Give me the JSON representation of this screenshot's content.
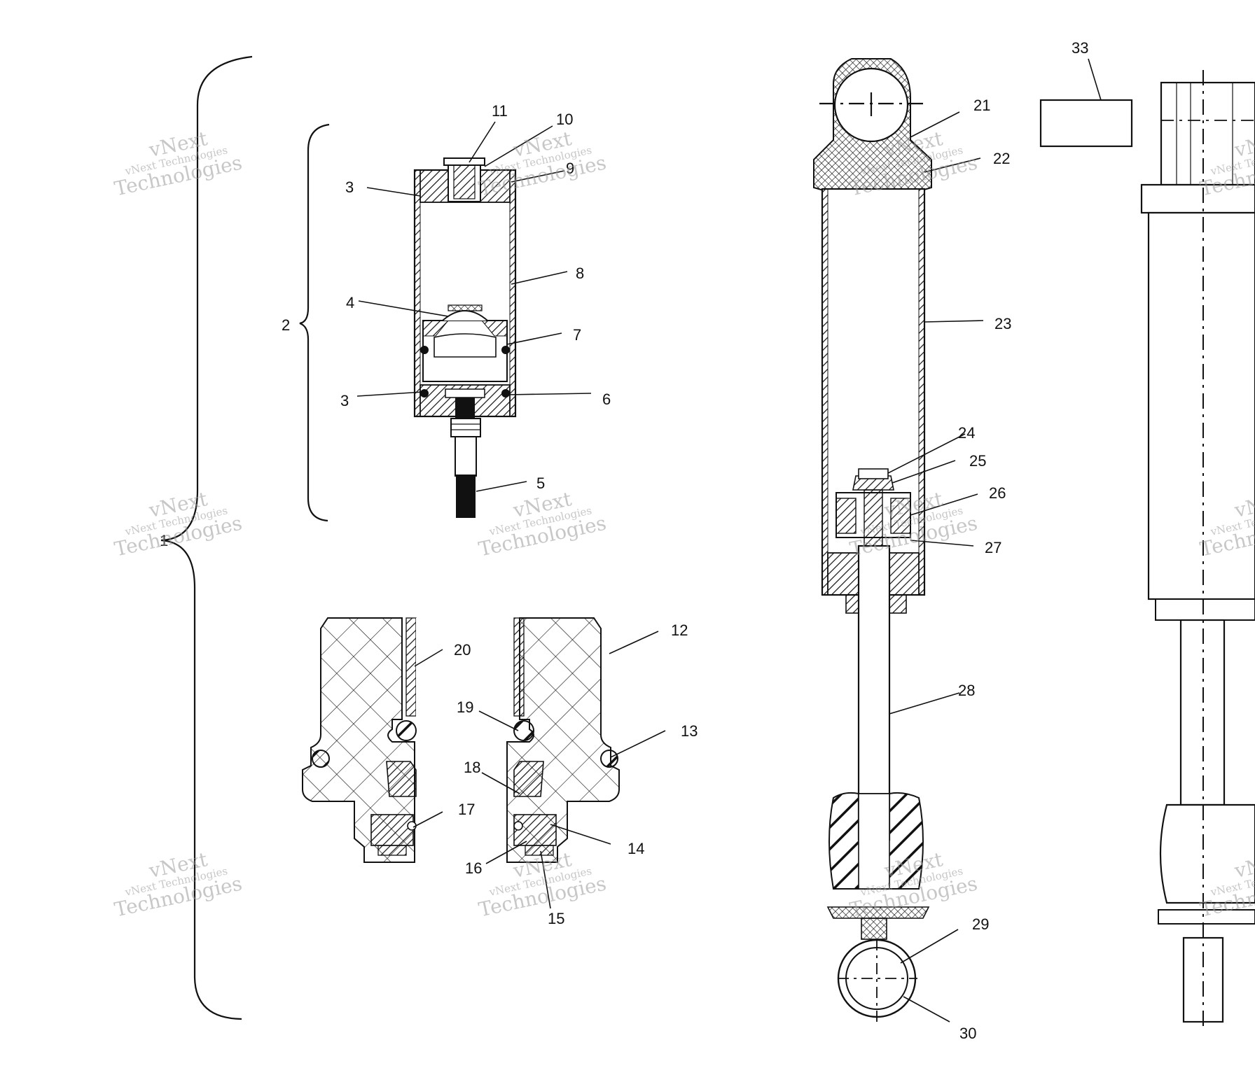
{
  "callouts": {
    "c1": "1",
    "c2": "2",
    "c3a": "3",
    "c3b": "3",
    "c4": "4",
    "c5": "5",
    "c6": "6",
    "c7": "7",
    "c8": "8",
    "c9": "9",
    "c10": "10",
    "c11": "11",
    "c12": "12",
    "c13": "13",
    "c14": "14",
    "c15": "15",
    "c16": "16",
    "c17": "17",
    "c18": "18",
    "c19": "19",
    "c20": "20",
    "c21": "21",
    "c22": "22",
    "c23": "23",
    "c24": "24",
    "c25": "25",
    "c26": "26",
    "c27": "27",
    "c28": "28",
    "c29": "29",
    "c30": "30",
    "c33": "33"
  },
  "watermark": {
    "line1": "vNext Technologies",
    "line2": "vNext",
    "line3": "Technologies"
  }
}
